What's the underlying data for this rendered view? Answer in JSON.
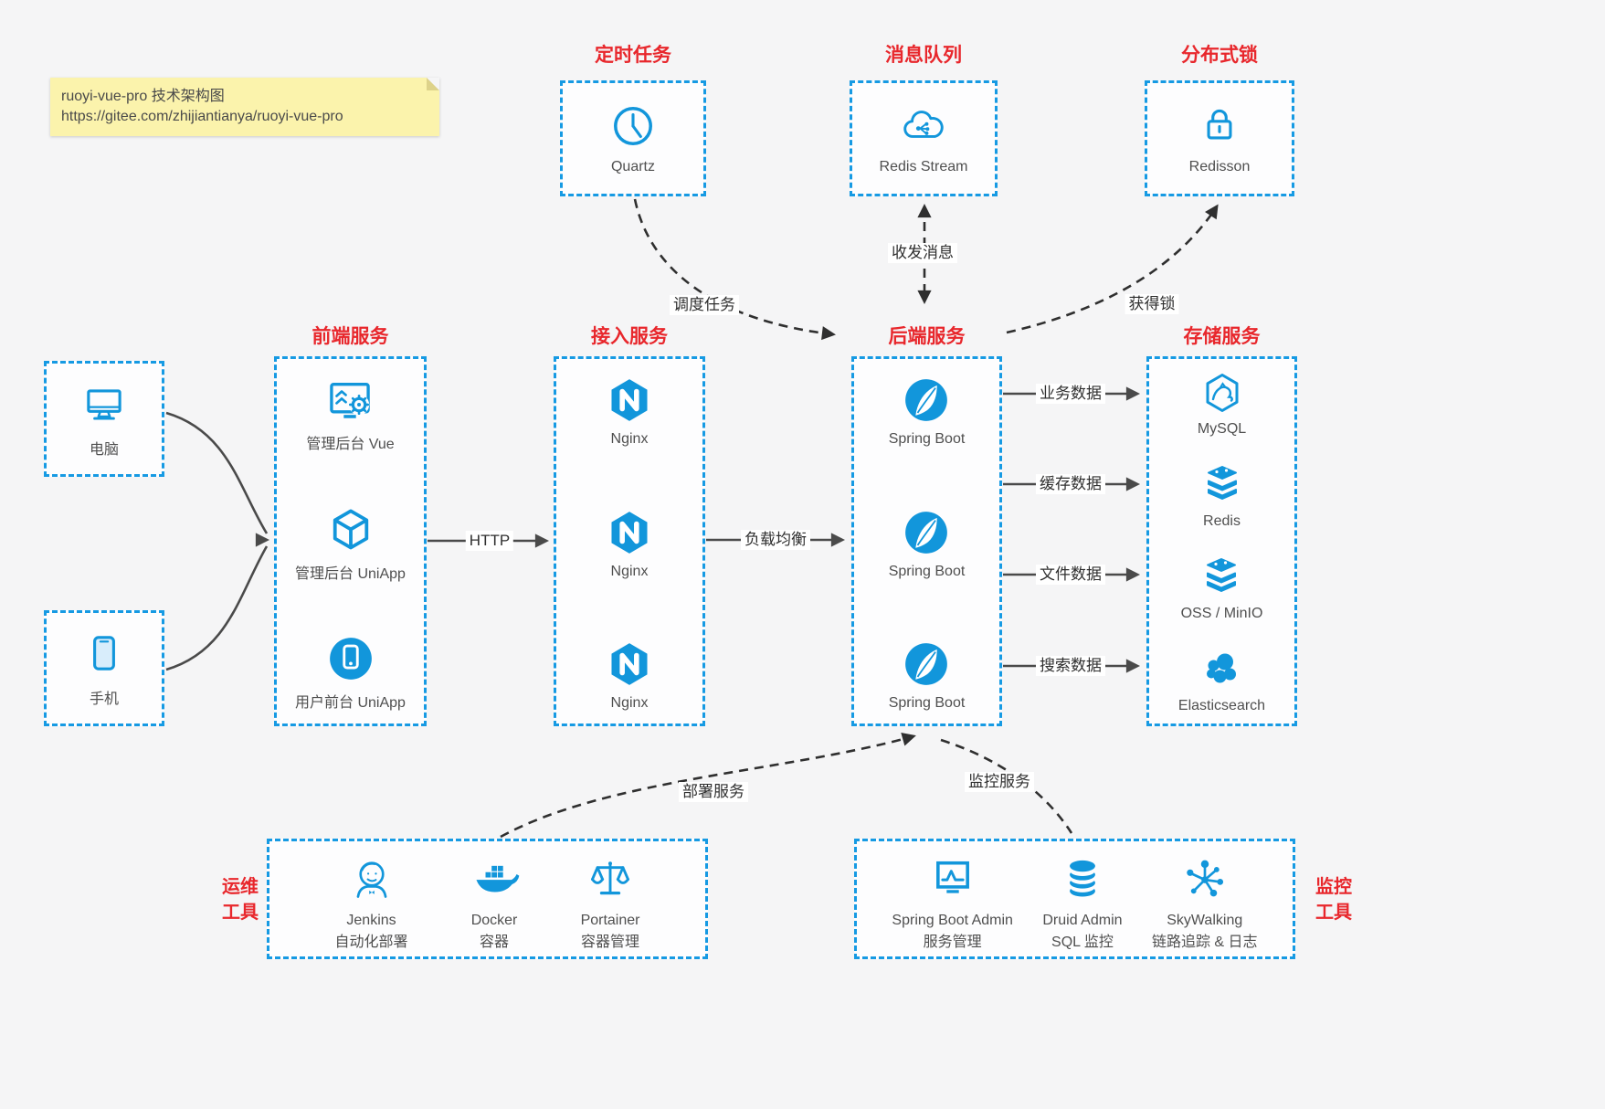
{
  "colors": {
    "accent_blue": "#1296db",
    "box_border_blue": "#169ae3",
    "heading_red": "#e8272c",
    "arrow_gray": "#4a4a4a",
    "note_bg": "#fbf3ac"
  },
  "note": {
    "line1": "ruoyi-vue-pro 技术架构图",
    "line2": "https://gitee.com/zhijiantianya/ruoyi-vue-pro"
  },
  "scheduler": {
    "title": "定时任务",
    "label": "Quartz",
    "icon": "clock-icon"
  },
  "mq": {
    "title": "消息队列",
    "label": "Redis Stream",
    "icon": "cloud-share-icon"
  },
  "dlock": {
    "title": "分布式锁",
    "label": "Redisson",
    "icon": "lock-icon"
  },
  "clients": {
    "pc": {
      "label": "电脑",
      "icon": "desktop-icon"
    },
    "mobile": {
      "label": "手机",
      "icon": "smartphone-icon"
    }
  },
  "frontend": {
    "title": "前端服务",
    "items": [
      {
        "label": "管理后台 Vue",
        "icon": "admin-vue-icon"
      },
      {
        "label": "管理后台 UniApp",
        "icon": "uniapp-cube-icon"
      },
      {
        "label": "用户前台 UniApp",
        "icon": "user-app-icon"
      }
    ]
  },
  "gateway": {
    "title": "接入服务",
    "items": [
      {
        "label": "Nginx",
        "icon": "nginx-icon"
      },
      {
        "label": "Nginx",
        "icon": "nginx-icon"
      },
      {
        "label": "Nginx",
        "icon": "nginx-icon"
      }
    ]
  },
  "backend": {
    "title": "后端服务",
    "items": [
      {
        "label": "Spring Boot",
        "icon": "spring-boot-icon"
      },
      {
        "label": "Spring Boot",
        "icon": "spring-boot-icon"
      },
      {
        "label": "Spring Boot",
        "icon": "spring-boot-icon"
      }
    ]
  },
  "storage": {
    "title": "存储服务",
    "items": [
      {
        "label": "MySQL",
        "icon": "mysql-icon"
      },
      {
        "label": "Redis",
        "icon": "redis-icon"
      },
      {
        "label": "OSS / MinIO",
        "icon": "oss-minio-icon"
      },
      {
        "label": "Elasticsearch",
        "icon": "elasticsearch-icon"
      }
    ]
  },
  "ops": {
    "side_label_line1": "运维",
    "side_label_line2": "工具",
    "items": [
      {
        "name": "Jenkins",
        "desc": "自动化部署",
        "icon": "jenkins-icon"
      },
      {
        "name": "Docker",
        "desc": "容器",
        "icon": "docker-icon"
      },
      {
        "name": "Portainer",
        "desc": "容器管理",
        "icon": "portainer-icon"
      }
    ]
  },
  "monitoring": {
    "side_label_line1": "监控",
    "side_label_line2": "工具",
    "items": [
      {
        "name": "Spring Boot Admin",
        "desc": "服务管理",
        "icon": "springboot-admin-icon"
      },
      {
        "name": "Druid Admin",
        "desc": "SQL 监控",
        "icon": "druid-icon"
      },
      {
        "name": "SkyWalking",
        "desc": "链路追踪 & 日志",
        "icon": "skywalking-icon"
      }
    ]
  },
  "edges": {
    "http": "HTTP",
    "load_balance": "负载均衡",
    "business_data": "业务数据",
    "cache_data": "缓存数据",
    "file_data": "文件数据",
    "search_data": "搜索数据",
    "schedule_task": "调度任务",
    "send_receive_message": "收发消息",
    "acquire_lock": "获得锁",
    "deploy_service": "部署服务",
    "monitor_service": "监控服务"
  }
}
